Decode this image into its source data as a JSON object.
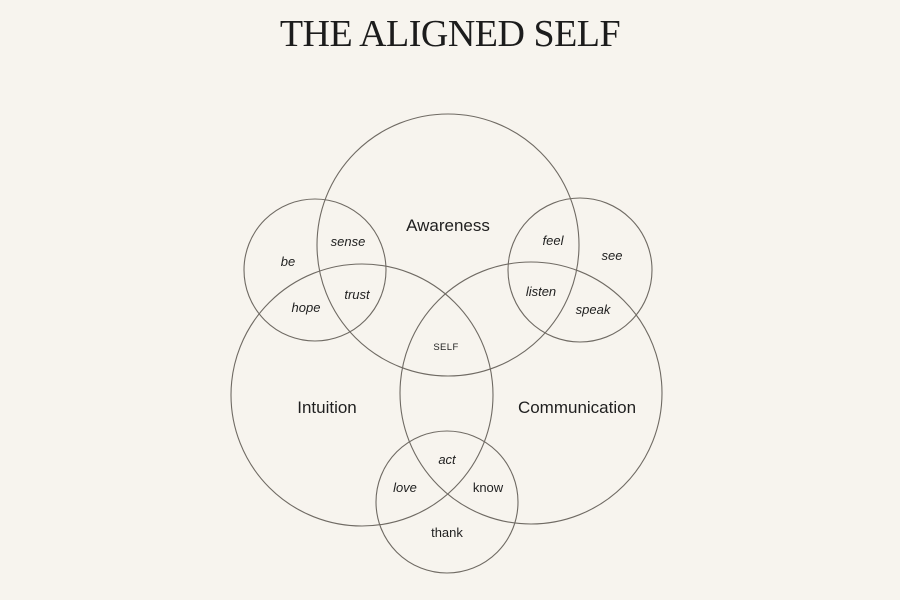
{
  "title": "THE ALIGNED SELF",
  "labels": {
    "awareness": "Awareness",
    "intuition": "Intuition",
    "communication": "Communication",
    "self": "SELF",
    "be": "be",
    "sense": "sense",
    "hope": "hope",
    "trust": "trust",
    "feel": "feel",
    "see": "see",
    "listen": "listen",
    "speak": "speak",
    "act": "act",
    "love": "love",
    "know": "know",
    "thank": "thank"
  },
  "colors": {
    "background": "#f7f4ee",
    "stroke": "#6f6a63",
    "text": "#1f1f1f"
  }
}
